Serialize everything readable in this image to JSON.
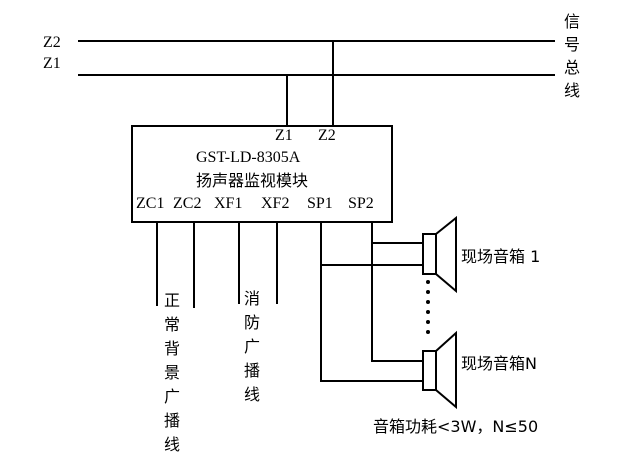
{
  "bus": {
    "z2_label": "Z2",
    "z1_label": "Z1",
    "title_chars": [
      "信",
      "号",
      "总",
      "线"
    ]
  },
  "module": {
    "in_z1": "Z1",
    "in_z2": "Z2",
    "model": "GST-LD-8305A",
    "name": "扬声器监视模块",
    "terminals": [
      "ZC1",
      "ZC2",
      "XF1",
      "XF2",
      "SP1",
      "SP2"
    ]
  },
  "lines": {
    "normal_bg_chars": [
      "正",
      "常",
      "背",
      "景",
      "广",
      "播",
      "线"
    ],
    "fire_chars": [
      "消",
      "防",
      "广",
      "播",
      "线"
    ]
  },
  "speakers": {
    "first_label": "现场音箱 1",
    "last_label": "现场音箱N",
    "note": "音箱功耗<3W，N≤50"
  },
  "colors": {
    "stroke": "#000000",
    "background": "#ffffff"
  }
}
